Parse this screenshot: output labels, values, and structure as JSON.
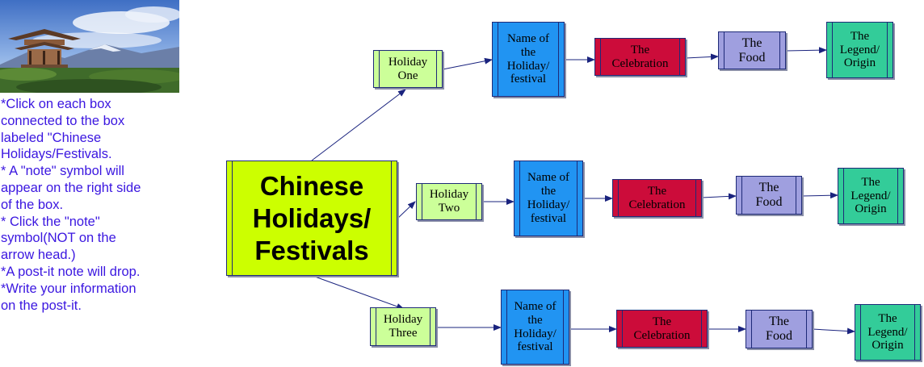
{
  "photo": {
    "alt": "pagoda-landscape"
  },
  "instructions": "*Click on each box\nconnected to the box\nlabeled \"Chinese\nHolidays/Festivals.\n* A \"note\" symbol will\nappear on the right side\nof the box.\n* Click the \"note\"\nsymbol(NOT on the\narrow head.)\n*A post-it note will drop.\n*Write your information\non the post-it.",
  "central": "Chinese\nHolidays/\nFestivals",
  "rows": [
    {
      "holiday": "Holiday\nOne",
      "name": "Name of\nthe\nHoliday/\nfestival",
      "celebration": "The\nCelebration",
      "food": "The\nFood",
      "legend": "The\nLegend/\nOrigin"
    },
    {
      "holiday": "Holiday\nTwo",
      "name": "Name of\nthe\nHoliday/\nfestival",
      "celebration": "The\nCelebration",
      "food": "The\nFood",
      "legend": "The\nLegend/\nOrigin"
    },
    {
      "holiday": "Holiday\nThree",
      "name": "Name of\nthe\nHoliday/\nfestival",
      "celebration": "The\nCelebration",
      "food": "The\nFood",
      "legend": "The\nLegend/\nOrigin"
    }
  ],
  "colors": {
    "holiday": "#ccff99",
    "name": "#2194f2",
    "celebration": "#cc0c3a",
    "food": "#9f9fdf",
    "legend": "#33cc99",
    "central": "#ccff00",
    "instructions_text": "#3a16e0",
    "connector": "#1a237e"
  }
}
